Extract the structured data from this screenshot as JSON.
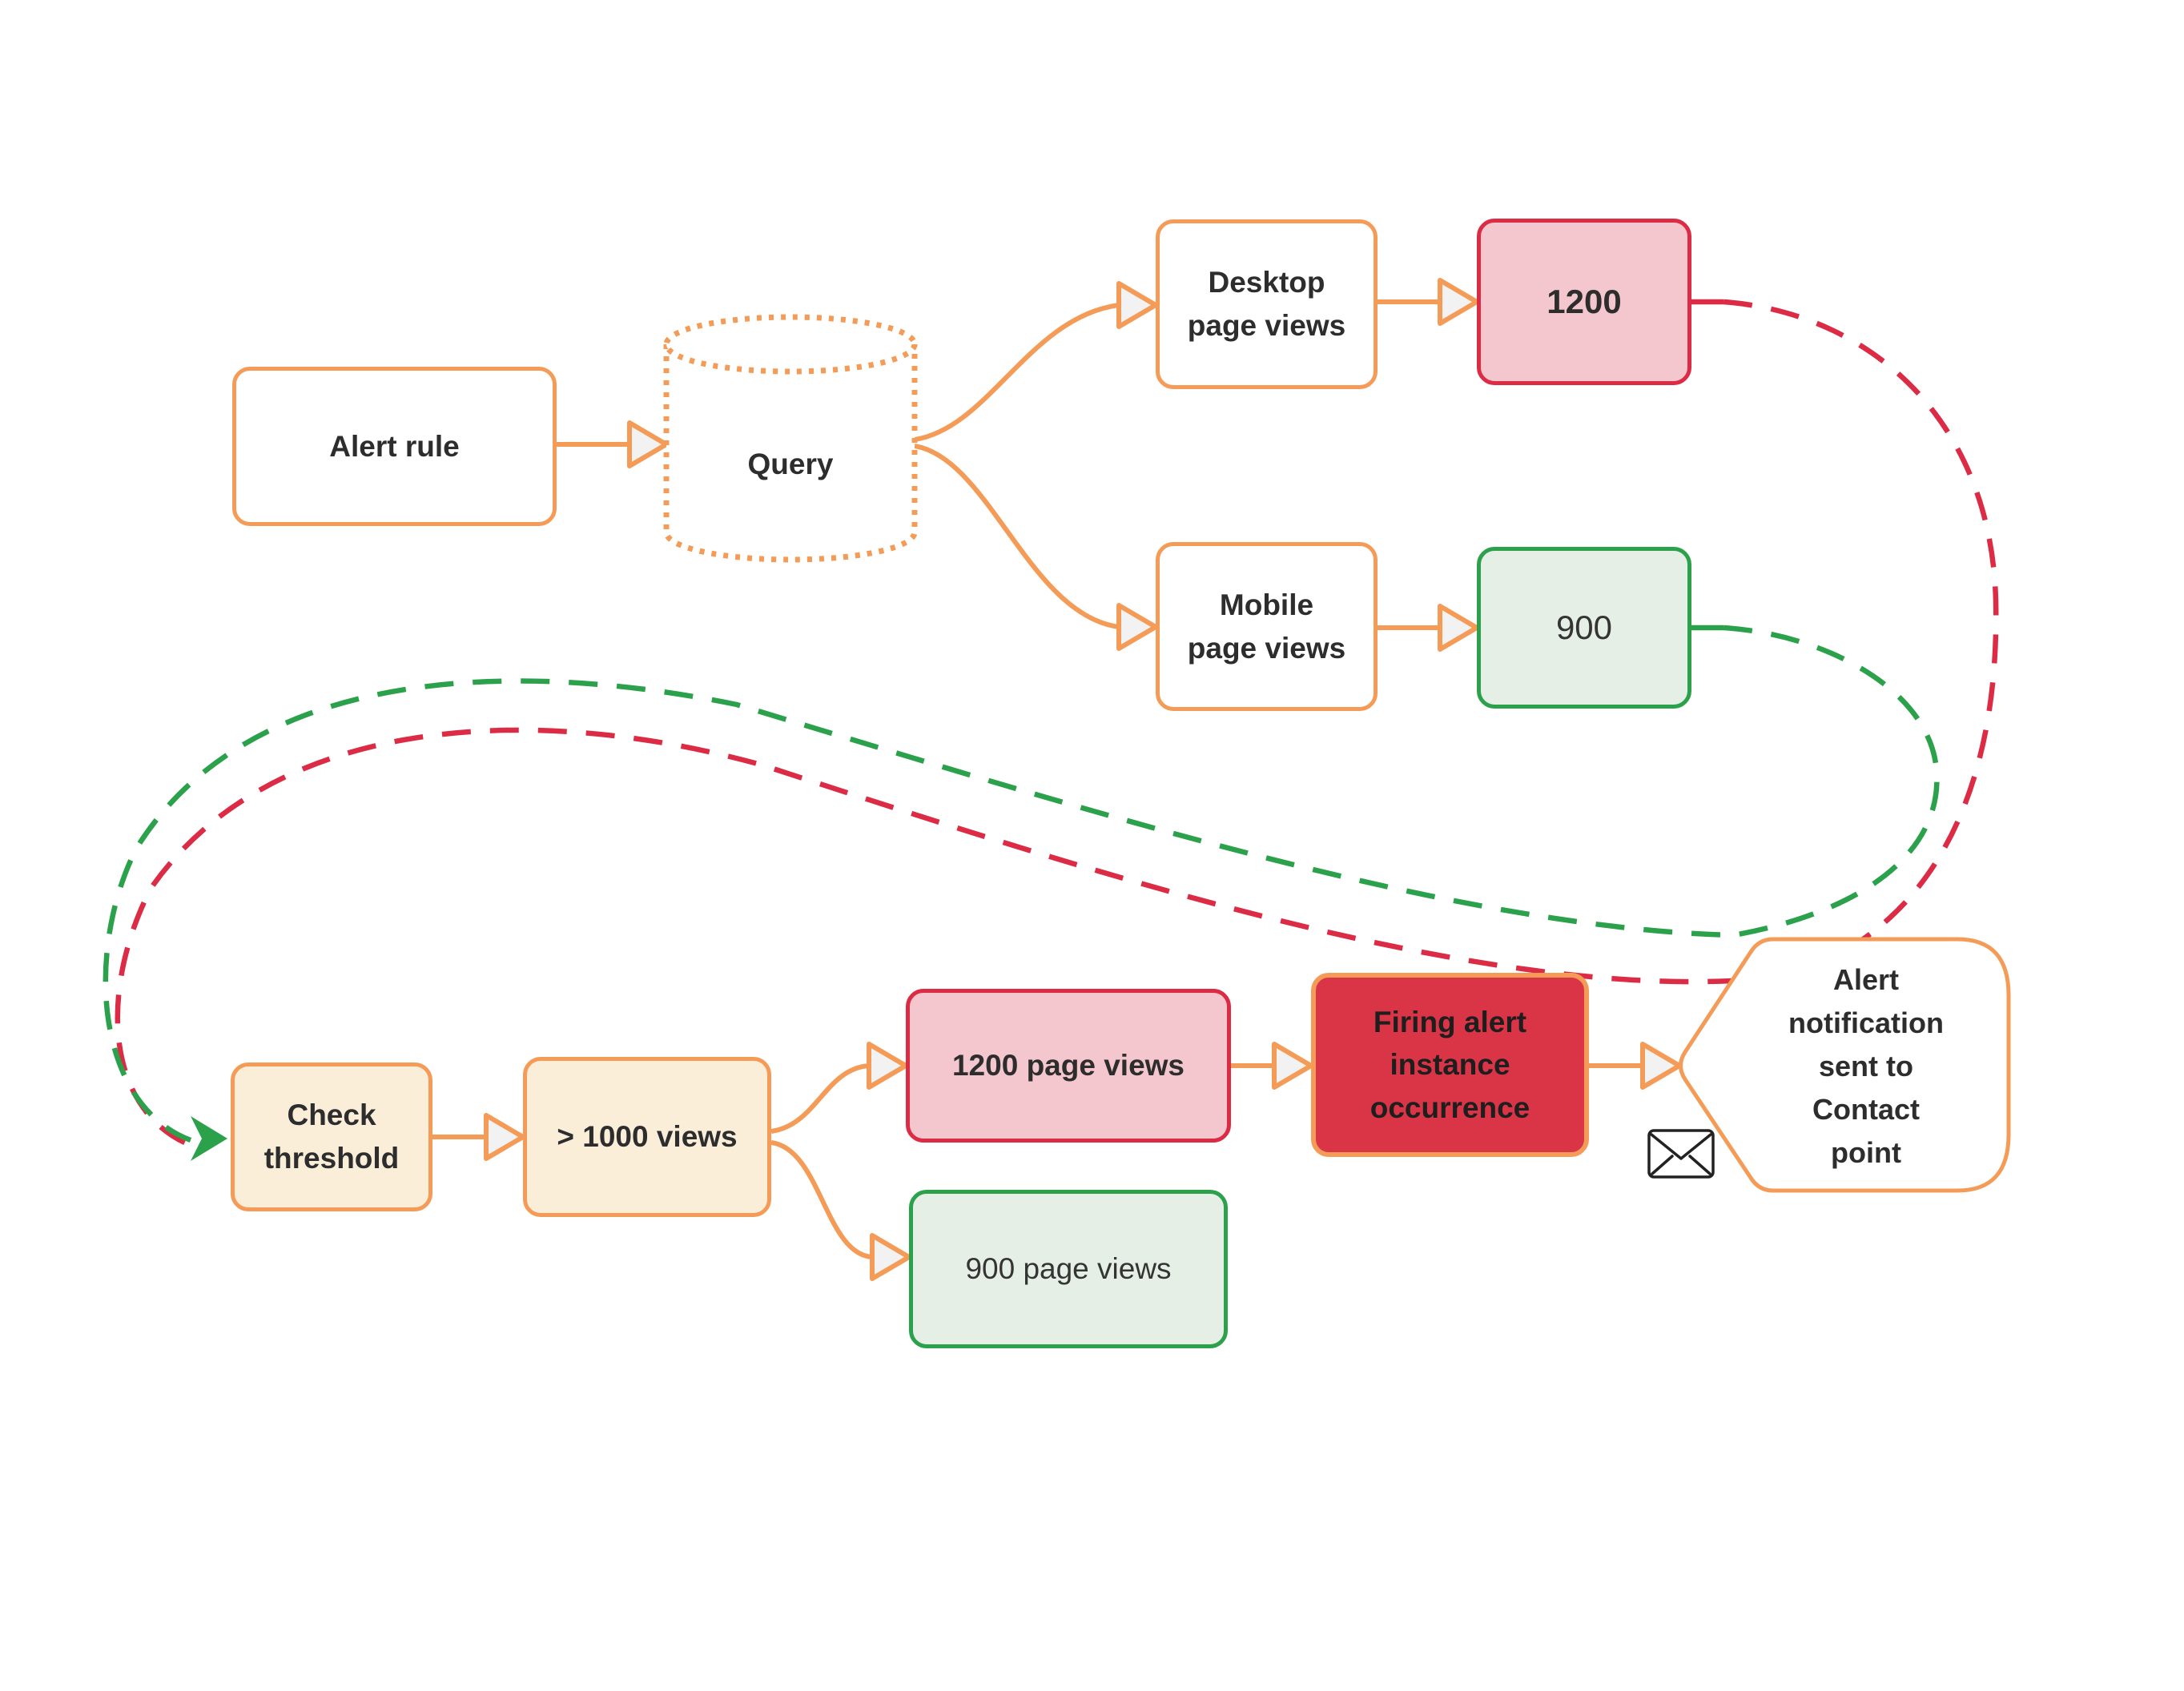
{
  "diagram": {
    "kind": "alerting-flowchart",
    "background": "#FFFFFF"
  },
  "colors": {
    "orange": "#F49B57",
    "red": "#DB2B45",
    "pink": "#F4C7CE",
    "firing_red": "#D93547",
    "green": "#2BA14B",
    "green_light": "#E6EFE5",
    "cream": "#FBEED9",
    "ink": "#2D2D2D",
    "arrow_fill": "#F2F2F2"
  },
  "nodes": {
    "alert_rule": {
      "label": "Alert rule"
    },
    "query": {
      "label": "Query"
    },
    "desktop_page_views": {
      "lines": [
        "Desktop",
        "page views"
      ]
    },
    "desktop_value": {
      "label": "1200"
    },
    "mobile_page_views": {
      "lines": [
        "Mobile",
        "page views"
      ]
    },
    "mobile_value": {
      "label": "900"
    },
    "check_threshold": {
      "lines": [
        "Check",
        "threshold"
      ]
    },
    "threshold_condition": {
      "label": "> 1000 views"
    },
    "desktop_result": {
      "label": "1200 page views"
    },
    "mobile_result": {
      "label": "900 page views"
    },
    "firing_alert": {
      "lines": [
        "Firing alert",
        "instance",
        "occurrence"
      ]
    },
    "alert_notification": {
      "lines": [
        "Alert",
        "notification",
        "sent to",
        "Contact",
        "point"
      ]
    }
  },
  "icons": {
    "envelope": "envelope-icon"
  },
  "edges": [
    {
      "from": "Alert rule",
      "to": "Query",
      "style": "solid-orange"
    },
    {
      "from": "Query",
      "to": "Desktop page views",
      "style": "solid-orange"
    },
    {
      "from": "Query",
      "to": "Mobile page views",
      "style": "solid-orange"
    },
    {
      "from": "Desktop page views",
      "to": "1200",
      "style": "solid-orange"
    },
    {
      "from": "Mobile page views",
      "to": "900",
      "style": "solid-orange"
    },
    {
      "from": "1200",
      "to": "Check threshold",
      "style": "dashed-red"
    },
    {
      "from": "900",
      "to": "Check threshold",
      "style": "dashed-green"
    },
    {
      "from": "Check threshold",
      "to": "> 1000 views",
      "style": "solid-orange"
    },
    {
      "from": "> 1000 views",
      "to": "1200 page views",
      "style": "solid-orange"
    },
    {
      "from": "> 1000 views",
      "to": "900 page views",
      "style": "solid-orange"
    },
    {
      "from": "1200 page views",
      "to": "Firing alert instance occurrence",
      "style": "solid-orange"
    },
    {
      "from": "Firing alert instance occurrence",
      "to": "Alert notification sent to Contact point",
      "style": "solid-orange"
    }
  ]
}
